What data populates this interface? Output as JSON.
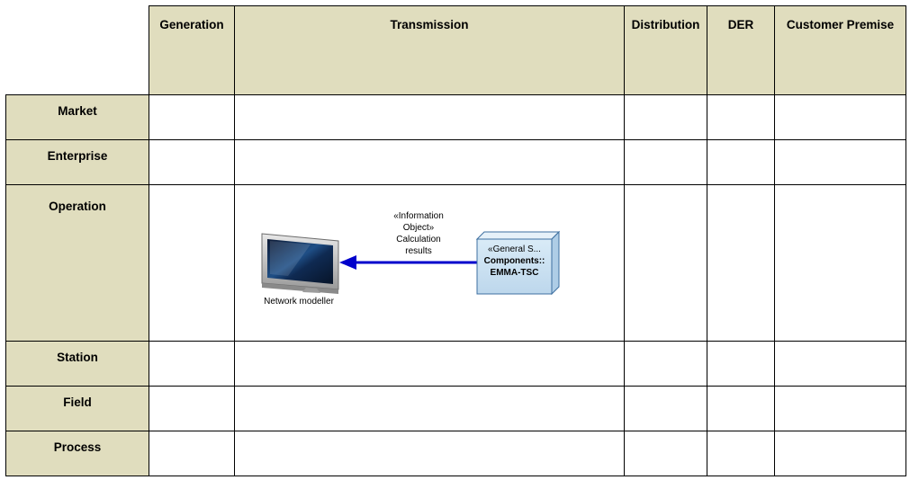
{
  "columns": [
    "Generation",
    "Transmission",
    "Distribution",
    "DER",
    "Customer Premise"
  ],
  "rows": [
    "Market",
    "Enterprise",
    "Operation",
    "Station",
    "Field",
    "Process"
  ],
  "diagram": {
    "screen_label": "Network modeller",
    "flow": {
      "stereotype": "«Information",
      "stereotype_cont": "Object»",
      "name_line1": "Calculation",
      "name_line2": "results"
    },
    "component": {
      "stereotype": "«General S...",
      "name_line1": "Components::",
      "name_line2": "EMMA-TSC"
    },
    "colors": {
      "header_bg": "#e0ddbe",
      "arrow": "#0000cc",
      "component_fill": "#cfe3f2",
      "component_border": "#3d6fa0"
    }
  }
}
